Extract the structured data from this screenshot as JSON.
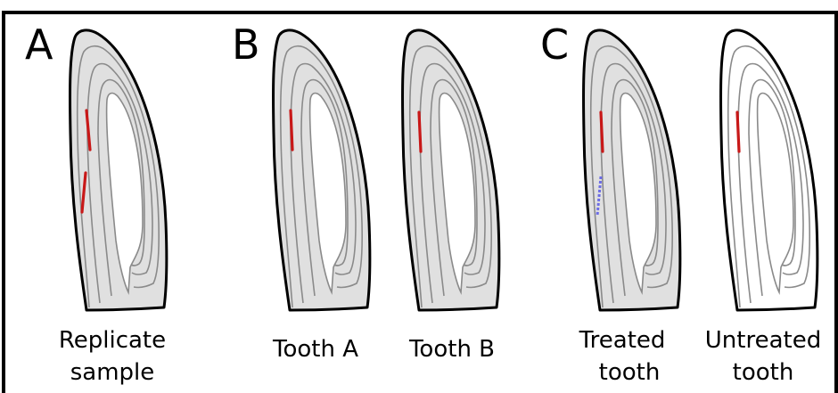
{
  "panels": [
    {
      "letter": "A"
    },
    {
      "letter": "B"
    },
    {
      "letter": "C"
    }
  ],
  "teeth": [
    {
      "caption_lines": [
        "Replicate",
        "sample"
      ],
      "filled": true,
      "red_marks": 2,
      "blue_dashed_mark": false
    },
    {
      "caption_lines": [
        "Tooth A"
      ],
      "filled": true,
      "red_marks": 1,
      "blue_dashed_mark": false
    },
    {
      "caption_lines": [
        "Tooth B"
      ],
      "filled": true,
      "red_marks": 1,
      "blue_dashed_mark": false
    },
    {
      "caption_lines": [
        "Treated",
        "tooth"
      ],
      "filled": true,
      "red_marks": 1,
      "blue_dashed_mark": true
    },
    {
      "caption_lines": [
        "Untreated",
        "tooth"
      ],
      "filled": false,
      "red_marks": 1,
      "blue_dashed_mark": false
    }
  ],
  "colors": {
    "tooth_fill": "#e0e0e0",
    "tooth_outline": "#000000",
    "growth_line": "#8a8a8a",
    "red_mark": "#c81818",
    "blue_mark": "#6b6be6",
    "frame": "#000000"
  }
}
